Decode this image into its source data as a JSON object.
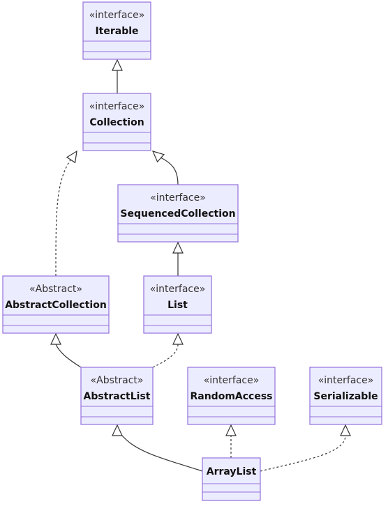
{
  "classes": [
    {
      "id": "iterable",
      "stereotype": "«interface»",
      "name": "Iterable"
    },
    {
      "id": "collection",
      "stereotype": "«interface»",
      "name": "Collection"
    },
    {
      "id": "sequenced",
      "stereotype": "«interface»",
      "name": "SequencedCollection"
    },
    {
      "id": "abstract_collection",
      "stereotype": "«Abstract»",
      "name": "AbstractCollection"
    },
    {
      "id": "list",
      "stereotype": "«interface»",
      "name": "List"
    },
    {
      "id": "abstract_list",
      "stereotype": "«Abstract»",
      "name": "AbstractList"
    },
    {
      "id": "random_access",
      "stereotype": "«interface»",
      "name": "RandomAccess"
    },
    {
      "id": "serializable",
      "stereotype": "«interface»",
      "name": "Serializable"
    },
    {
      "id": "arraylist",
      "stereotype": "",
      "name": "ArrayList"
    }
  ],
  "relations": [
    {
      "from": "collection",
      "to": "iterable",
      "style": "solid"
    },
    {
      "from": "abstract_collection",
      "to": "collection",
      "style": "dashed"
    },
    {
      "from": "sequenced",
      "to": "collection",
      "style": "solid"
    },
    {
      "from": "list",
      "to": "sequenced",
      "style": "solid"
    },
    {
      "from": "abstract_list",
      "to": "abstract_collection",
      "style": "solid"
    },
    {
      "from": "abstract_list",
      "to": "list",
      "style": "dashed"
    },
    {
      "from": "arraylist",
      "to": "abstract_list",
      "style": "solid"
    },
    {
      "from": "arraylist",
      "to": "random_access",
      "style": "dashed"
    },
    {
      "from": "arraylist",
      "to": "serializable",
      "style": "dashed"
    }
  ],
  "colors": {
    "box_fill": "#ECECFF",
    "box_stroke": "#9370DB",
    "edge": "#333333"
  }
}
